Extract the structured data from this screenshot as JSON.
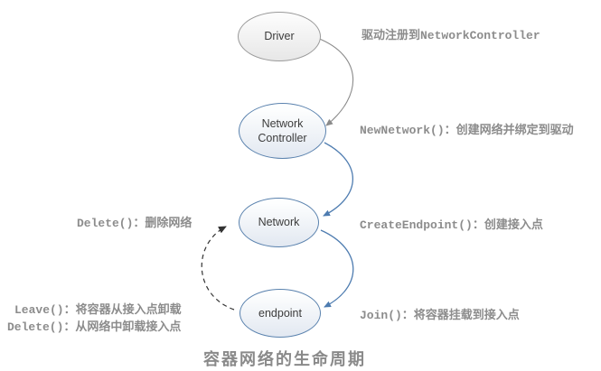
{
  "title": "容器网络的生命周期",
  "nodes": [
    {
      "id": "driver",
      "label": "Driver"
    },
    {
      "id": "network-controller",
      "label": "Network Controller"
    },
    {
      "id": "network",
      "label": "Network"
    },
    {
      "id": "endpoint",
      "label": "endpoint"
    }
  ],
  "annotations": {
    "driver_register": "驱动注册到NetworkController",
    "new_network": "NewNetwork()：创建网络并绑定到驱动",
    "create_endpoint": "CreateEndpoint()：创建接入点",
    "join": "Join()：将容器挂载到接入点",
    "delete_network": "Delete()：删除网络",
    "leave": "Leave()：将容器从接入点卸载",
    "delete_endpoint": "Delete()：从网络中卸载接入点"
  },
  "edges": [
    {
      "from": "driver",
      "to": "network-controller",
      "style": "solid-gray"
    },
    {
      "from": "network-controller",
      "to": "network",
      "style": "solid-blue"
    },
    {
      "from": "network",
      "to": "endpoint",
      "style": "solid-blue"
    },
    {
      "from": "endpoint",
      "to": "network",
      "style": "dashed-dark"
    }
  ],
  "colors": {
    "node_border_blue": "#5a82ae",
    "node_border_gray": "#9a9a9a",
    "edge_blue": "#4e7cb0",
    "edge_gray": "#8a8a8a",
    "edge_dark": "#333333",
    "annotation_text": "#8c8c8c",
    "title_text": "#8a8a8a",
    "node_text": "#3c3c3c"
  }
}
